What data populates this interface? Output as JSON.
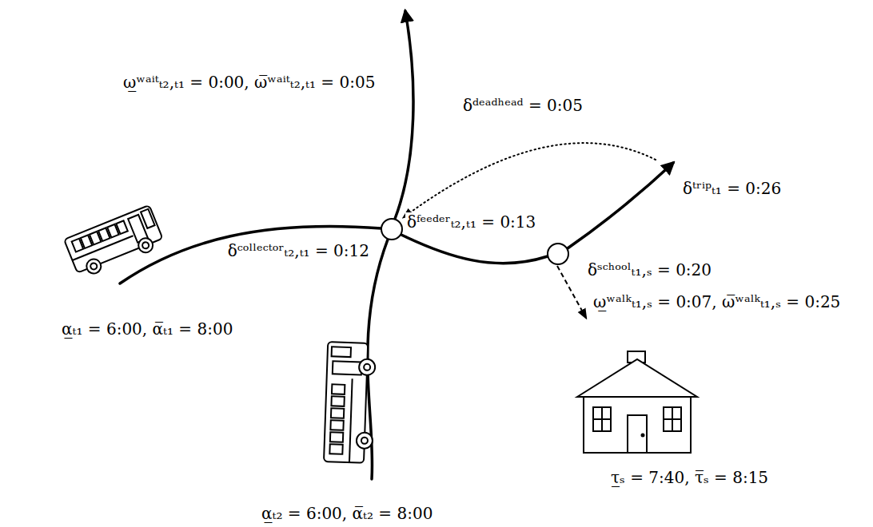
{
  "diagram": {
    "labels": [
      "ω̲ʷᵃⁱᵗₜ₂,ₜ₁ = 0:00, ω̅ʷᵃⁱᵗₜ₂,ₜ₁ = 0:05",
      "δᵈᵉᵃᵈʰᵉᵃᵈ = 0:05",
      "δᶠᵉᵉᵈᵉʳₜ₂,ₜ₁ = 0:13",
      "δᶜᵒˡˡᵉᶜᵗᵒʳₜ₂,ₜ₁ = 0:12",
      "δᵗʳⁱᵖₜ₁ = 0:26",
      "δˢᶜʰᵒᵒˡₜ₁,ₛ = 0:20",
      "ω̲ʷᵃˡᵏₜ₁,ₛ = 0:07, ω̅ʷᵃˡᵏₜ₁,ₛ = 0:25",
      "α̲ₜ₁ = 6:00, α̅ₜ₁ = 8:00",
      "τ̲ₛ = 7:40, τ̅ₛ = 8:15",
      "α̲ₜ₂ = 6:00, α̅ₜ₂ = 8:00"
    ]
  }
}
